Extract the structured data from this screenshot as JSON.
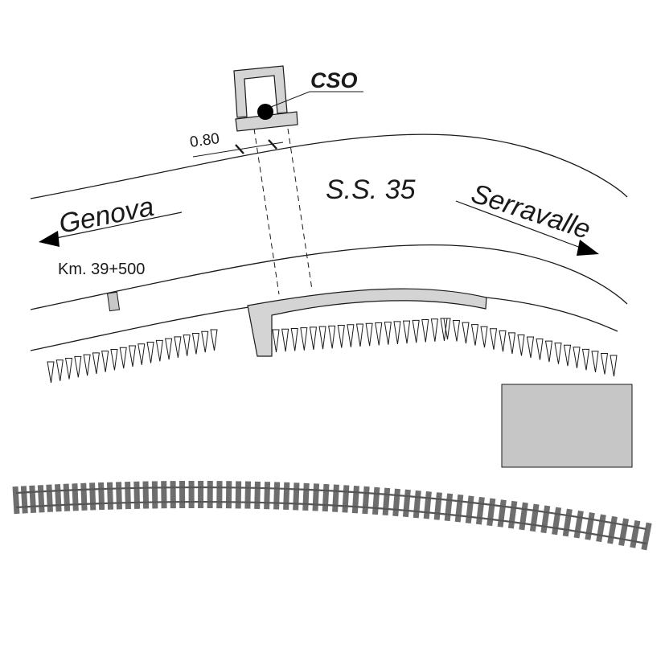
{
  "labels": {
    "cso": "CSO",
    "offset": "0.80",
    "road_name": "S.S. 35",
    "direction_left": "Genova",
    "direction_right": "Serravalle",
    "kilometre": "Km. 39+500"
  },
  "colors": {
    "line": "#1a1a1a",
    "structure_fill": "#d4d4d4",
    "building_fill": "#c6c6c6",
    "rail": "#555555",
    "sleeper": "#6e6e6e"
  }
}
